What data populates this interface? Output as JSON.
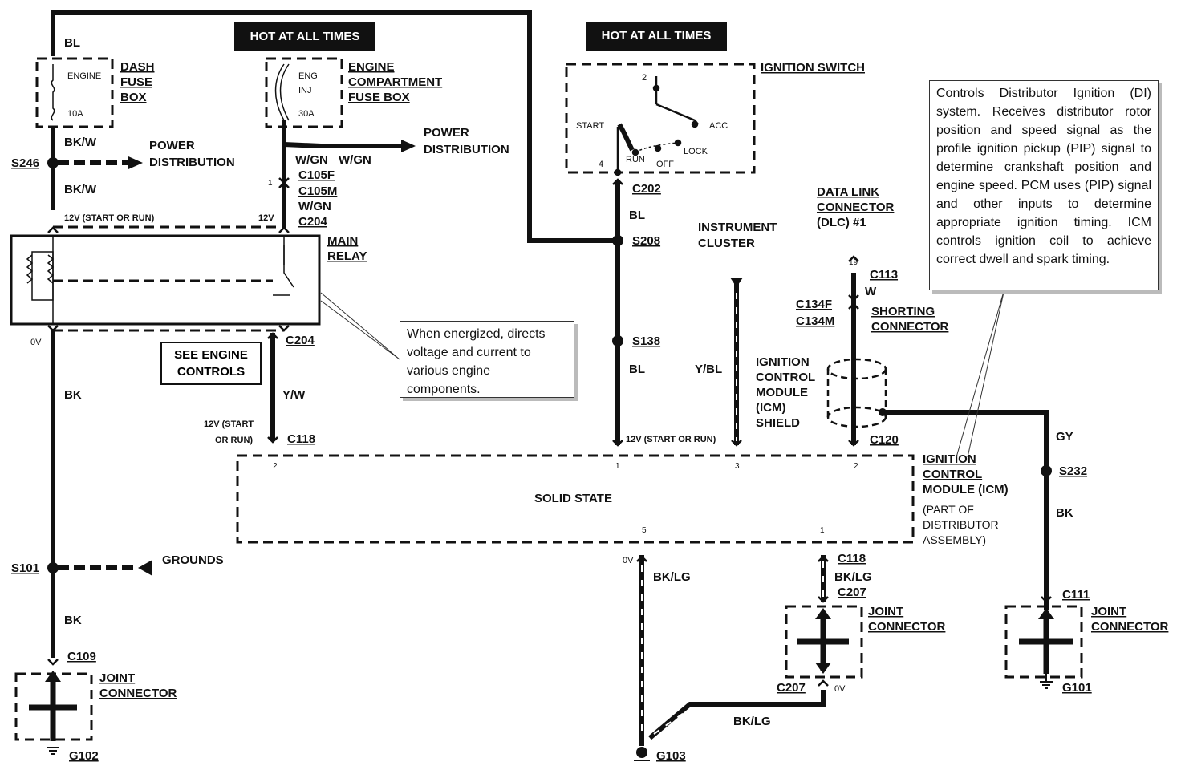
{
  "hot_labels": [
    "HOT AT ALL TIMES",
    "HOT AT ALL TIMES"
  ],
  "dash_fuse": {
    "title": [
      "DASH",
      "FUSE",
      "BOX"
    ],
    "fuse_name": "ENGINE",
    "rating": "10A"
  },
  "engine_fuse": {
    "title": [
      "ENGINE",
      "COMPARTMENT",
      "FUSE BOX"
    ],
    "fuse_name": [
      "ENG",
      "INJ"
    ],
    "rating": "30A"
  },
  "ignition_switch": {
    "title": "IGNITION SWITCH",
    "positions": [
      "START",
      "RUN",
      "OFF",
      "LOCK",
      "ACC"
    ],
    "pins": [
      "2",
      "4"
    ]
  },
  "note_icm": "Controls Distributor Ignition (DI) system. Receives distributor rotor position and speed signal as the profile ignition pickup (PIP) signal to determine crankshaft position and engine speed. PCM uses (PIP) signal and other inputs to determine appropriate ignition timing. ICM controls ignition coil to achieve correct dwell and spark timing.",
  "note_relay": "When energized, directs voltage and current to various engine components.",
  "see_engine_controls": [
    "SEE ENGINE",
    "CONTROLS"
  ],
  "main_relay": [
    "MAIN",
    "RELAY"
  ],
  "wires": {
    "bl": "BL",
    "bkw": "BK/W",
    "wgn": "W/GN",
    "bk": "BK",
    "yw": "Y/W",
    "ybl": "Y/BL",
    "w": "W",
    "gy": "GY",
    "bklg": "BK/LG"
  },
  "connectors": {
    "s246": "S246",
    "c105f": "C105F",
    "c105m": "C105M",
    "c204": "C204",
    "c202": "C202",
    "s208": "S208",
    "s138": "S138",
    "c113": "C113",
    "c134f": "C134F",
    "c134m": "C134M",
    "c118": "C118",
    "c120": "C120",
    "s232": "S232",
    "s101": "S101",
    "c109": "C109",
    "g102": "G102",
    "c111": "C111",
    "g101": "G101",
    "c207": "C207",
    "g103": "G103"
  },
  "power_distribution": [
    "POWER",
    "DISTRIBUTION"
  ],
  "grounds": "GROUNDS",
  "voltages": {
    "v12_start_run": "12V (START OR RUN)",
    "v12": "12V",
    "ov": "0V",
    "v12_start": "12V (START",
    "or_run": "OR RUN)"
  },
  "instrument_cluster": [
    "INSTRUMENT",
    "CLUSTER"
  ],
  "dlc": [
    "DATA LINK",
    "CONNECTOR",
    "(DLC) #1"
  ],
  "shorting_connector": [
    "SHORTING",
    "CONNECTOR"
  ],
  "icm_shield": [
    "IGNITION",
    "CONTROL",
    "MODULE",
    "(ICM)",
    "SHIELD"
  ],
  "solid_state": "SOLID STATE",
  "icm_label": [
    "IGNITION",
    "CONTROL",
    "MODULE (ICM)"
  ],
  "icm_part_of": [
    "(PART OF",
    "DISTRIBUTOR",
    "ASSEMBLY)"
  ],
  "joint_connector": [
    "JOINT",
    "CONNECTOR"
  ],
  "pins": {
    "p1": "1",
    "p2": "2",
    "p3": "3",
    "p5": "5",
    "p19": "19"
  }
}
